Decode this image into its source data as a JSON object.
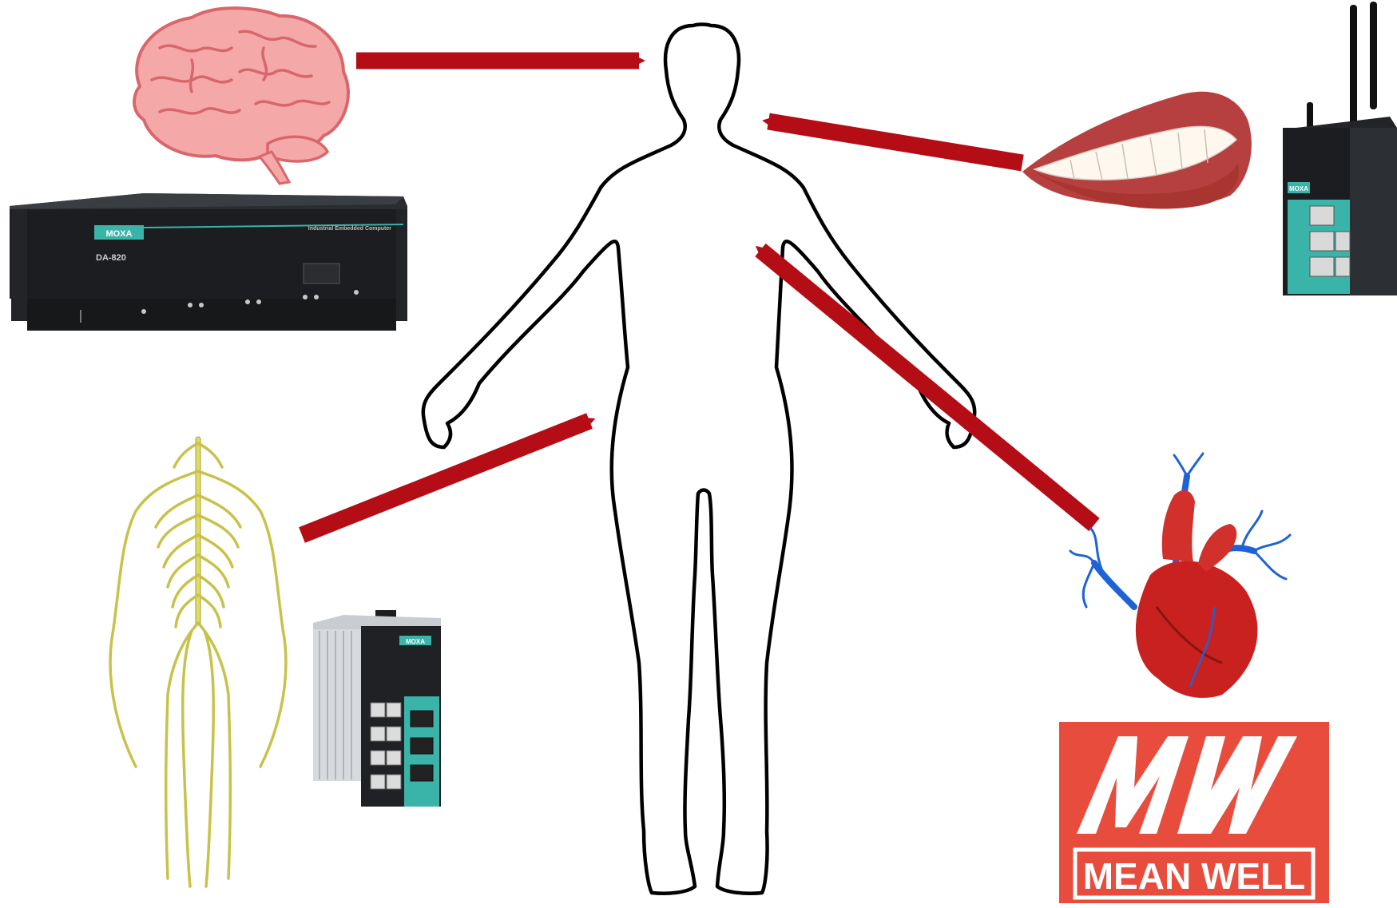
{
  "colors": {
    "arrow": "#b40d15",
    "brain": "#f4a9a8",
    "brain_line": "#d9666a",
    "nerve": "#e0dc6a",
    "nerve_line": "#a89f2a",
    "heart_red": "#c8211f",
    "vessel_blue": "#1e63d6",
    "lip": "#b6403f",
    "device_dark": "#1b1d20",
    "device_teal": "#3ab3a8",
    "meanwell_bg": "#e84c3d",
    "meanwell_fg": "#ffffff"
  },
  "devices": {
    "rack_brand": "MOXA",
    "rack_model": "DA-820",
    "rack_caption": "Industrial Embedded Computer",
    "switch_brand": "MOXA",
    "router_brand": "MOXA"
  },
  "logo": {
    "letters": "MW",
    "name": "MEAN WELL"
  },
  "icons": {
    "brain": "brain-icon",
    "mouth": "mouth-icon",
    "nerves": "nervous-system-icon",
    "heart": "heart-icon",
    "body": "human-body-outline"
  }
}
